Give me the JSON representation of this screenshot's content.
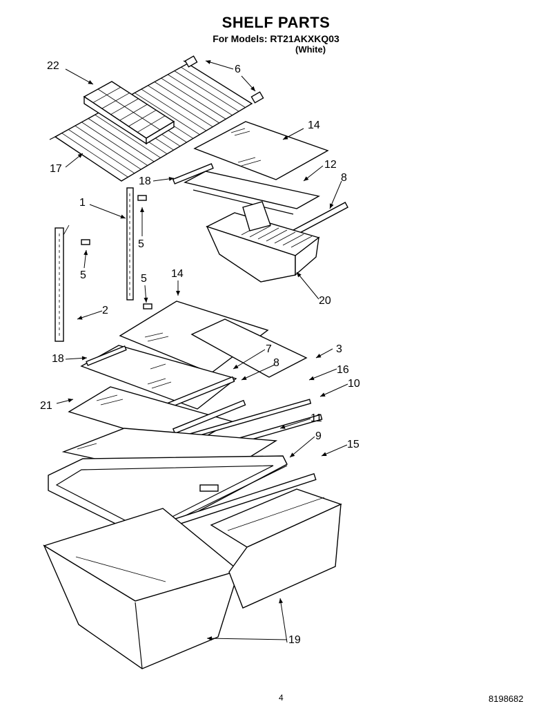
{
  "header": {
    "title": "SHELF PARTS",
    "models": "For Models: RT21AKXKQ03",
    "variant": "(White)"
  },
  "callouts": [
    {
      "id": "c22",
      "label": "22"
    },
    {
      "id": "c6",
      "label": "6"
    },
    {
      "id": "c17",
      "label": "17"
    },
    {
      "id": "c14a",
      "label": "14"
    },
    {
      "id": "c18a",
      "label": "18"
    },
    {
      "id": "c12",
      "label": "12"
    },
    {
      "id": "c8a",
      "label": "8"
    },
    {
      "id": "c1",
      "label": "1"
    },
    {
      "id": "c5a",
      "label": "5"
    },
    {
      "id": "c5b",
      "label": "5"
    },
    {
      "id": "c5c",
      "label": "5"
    },
    {
      "id": "c14b",
      "label": "14"
    },
    {
      "id": "c2",
      "label": "2"
    },
    {
      "id": "c20",
      "label": "20"
    },
    {
      "id": "c3",
      "label": "3"
    },
    {
      "id": "c7",
      "label": "7"
    },
    {
      "id": "c18b",
      "label": "18"
    },
    {
      "id": "c8b",
      "label": "8"
    },
    {
      "id": "c16",
      "label": "16"
    },
    {
      "id": "c10",
      "label": "10"
    },
    {
      "id": "c21",
      "label": "21"
    },
    {
      "id": "c11",
      "label": "11"
    },
    {
      "id": "c9",
      "label": "9"
    },
    {
      "id": "c15",
      "label": "15"
    },
    {
      "id": "c19",
      "label": "19"
    }
  ],
  "footer": {
    "page_number": "4",
    "document_number": "8198682"
  }
}
